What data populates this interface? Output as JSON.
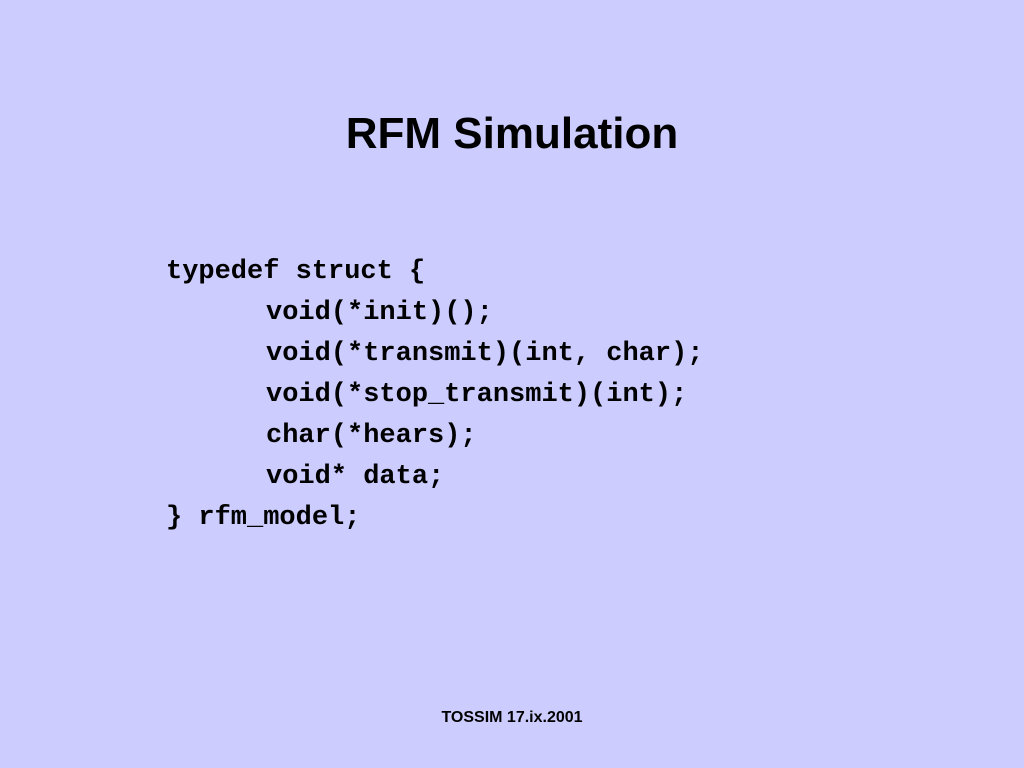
{
  "slide": {
    "title": "RFM Simulation",
    "code_lines": [
      "typedef struct {",
      "void(*init)();",
      "void(*transmit)(int, char);",
      "void(*stop_transmit)(int);",
      "char(*hears);",
      "void* data;",
      "} rfm_model;"
    ],
    "footer": "TOSSIM 17.ix.2001"
  },
  "colors": {
    "background": "#ccccff",
    "text": "#000000"
  }
}
